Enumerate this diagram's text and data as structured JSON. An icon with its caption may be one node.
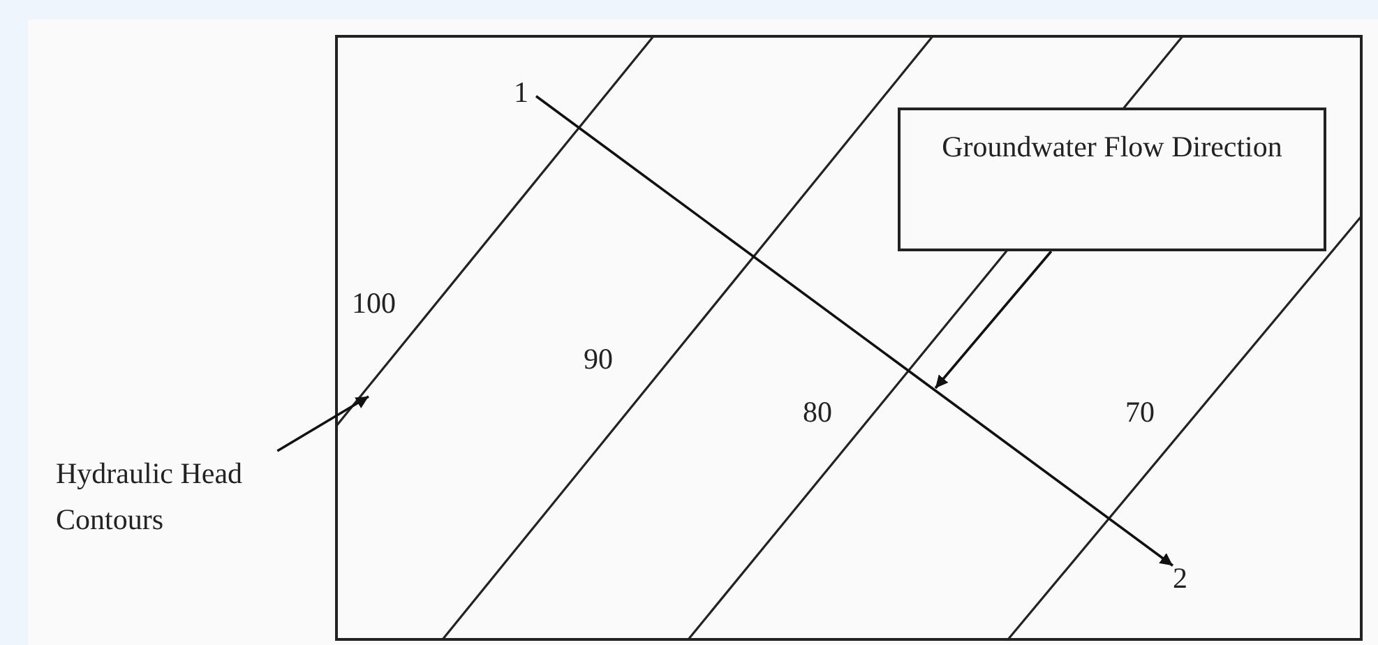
{
  "diagram": {
    "nodes": [
      {
        "text": [
          "Groundwater Flow Direction"
        ]
      },
      {
        "text": [
          "Hydraulic Head Contours"
        ]
      },
      {
        "text": [
          "1"
        ]
      },
      {
        "text": [
          "2"
        ]
      }
    ],
    "edges": [
      {
        "from": 2,
        "to": 3,
        "arrow": "to"
      },
      {
        "from": 0,
        "to": null,
        "arrow": "to"
      },
      {
        "from": 1,
        "to": null,
        "arrow": "to"
      }
    ],
    "labels": [
      "100",
      "90",
      "80",
      "70"
    ]
  }
}
